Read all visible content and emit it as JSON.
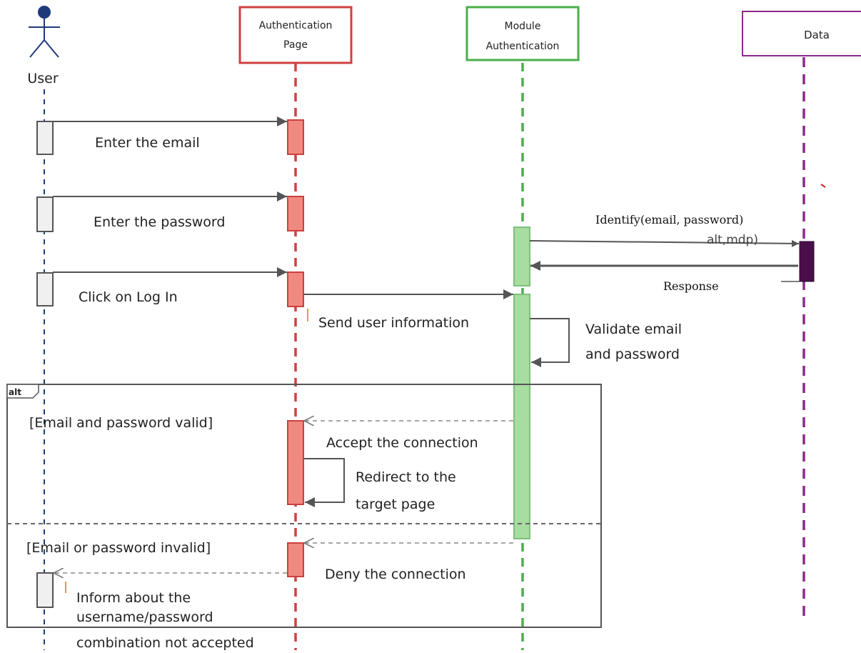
{
  "participants": {
    "user": "User",
    "auth_page_line1": "Authentication",
    "auth_page_line2": "Page",
    "module_line1": "Module",
    "module_line2": "Authentication",
    "data": "Data"
  },
  "messages": {
    "enter_email": "Enter the email",
    "enter_password": "Enter the password",
    "click_login": "Click on Log In",
    "send_info": "Send user information",
    "identify": "Identify(email, password)",
    "identify_residue": "alt,mdp)",
    "response": "Response",
    "validate_line1": "Validate email",
    "validate_line2": "and password",
    "accept": "Accept the connection",
    "redirect_line1": "Redirect to the",
    "redirect_line2": "target page",
    "deny": "Deny the connection",
    "inform_line1": "Inform about the",
    "inform_line2": "username/password",
    "inform_line3": "combination not accepted"
  },
  "fragment": {
    "operator": "alt",
    "guard_valid": "[Email and password valid]",
    "guard_invalid": "[Email or password invalid]"
  },
  "colors": {
    "user": "#1f3a7a",
    "auth_page": "#d04040",
    "auth_activation": "#f08a80",
    "module": "#4cae4c",
    "module_activation": "#a8dca0",
    "data": "#8a2a8a",
    "data_activation": "#4a0f4a",
    "arrow": "#555555",
    "frame": "#555555"
  }
}
